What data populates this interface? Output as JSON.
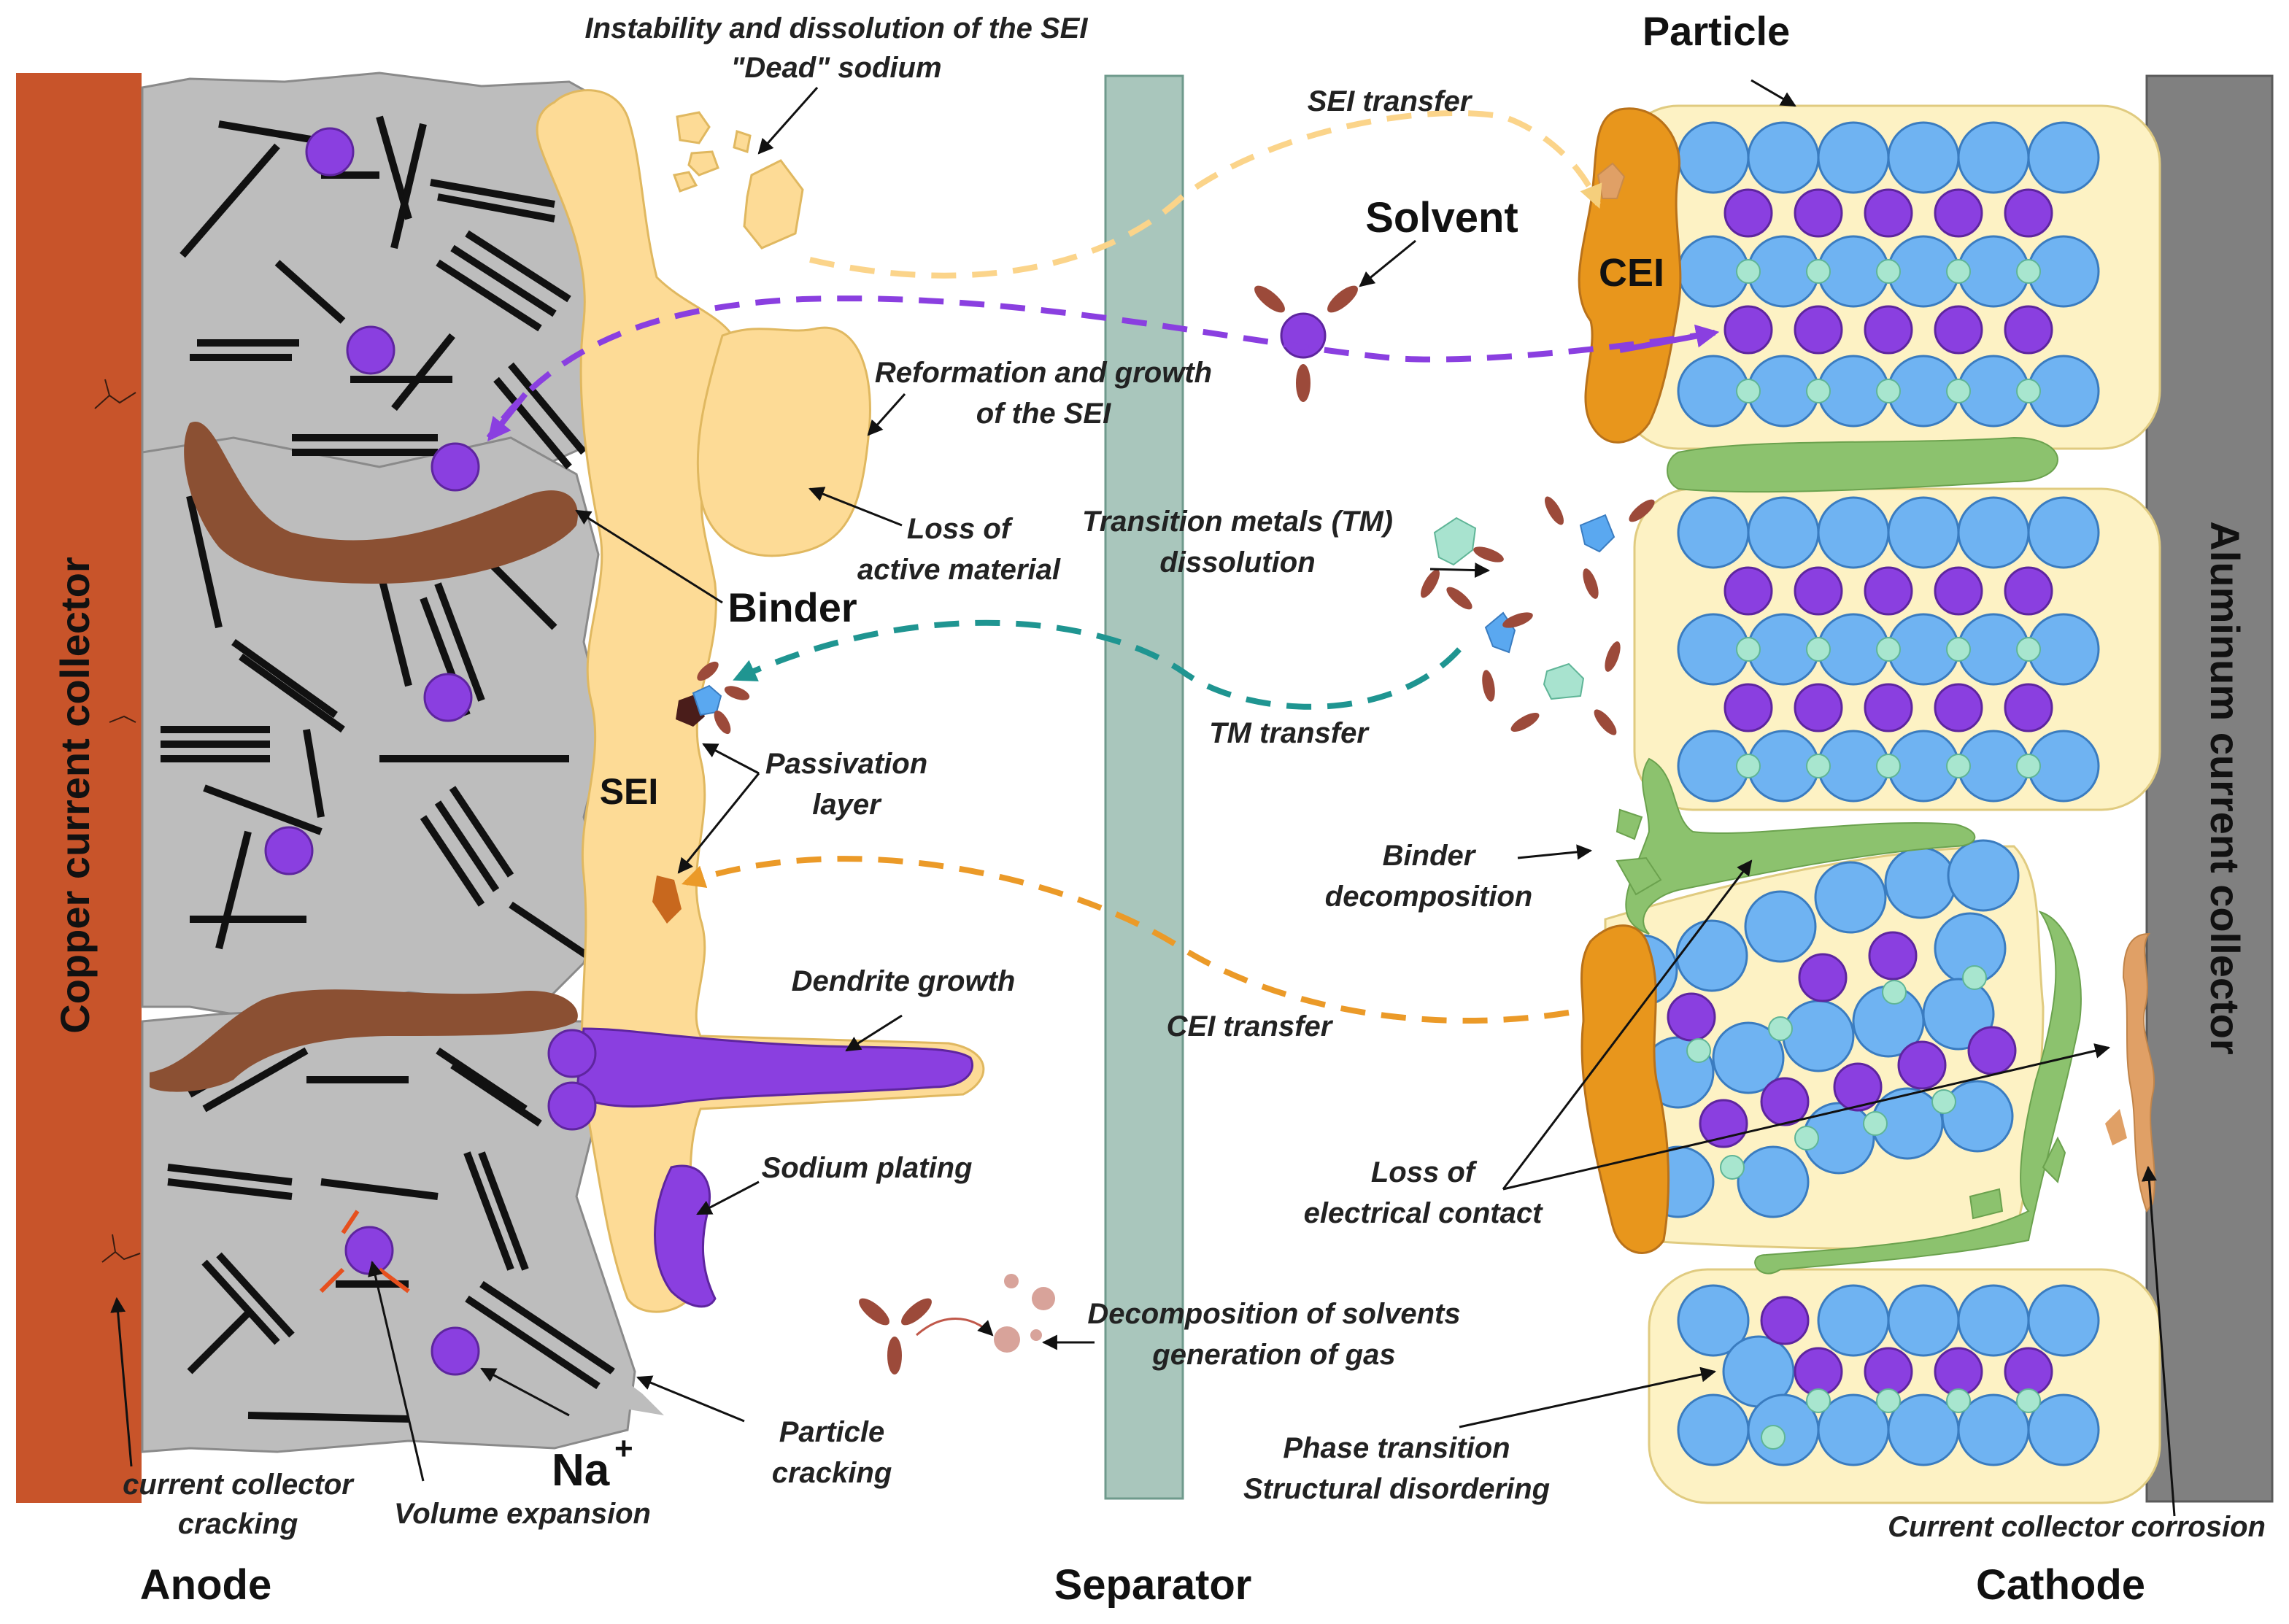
{
  "regions": {
    "anode": "Anode",
    "separator": "Separator",
    "cathode": "Cathode"
  },
  "collectors": {
    "copper": "Copper current collector",
    "aluminum": "Aluminum current collector"
  },
  "labels": {
    "particle": "Particle",
    "sei_instability_1": "Instability and dissolution of the SEI",
    "sei_instability_2": "\"Dead\" sodium",
    "sei_transfer": "SEI transfer",
    "solvent": "Solvent",
    "cei": "CEI",
    "reformation_1": "Reformation and growth",
    "reformation_2": "of the SEI",
    "loss_active_1": "Loss of",
    "loss_active_2": "active material",
    "tm_dissolution_1": "Transition metals (TM)",
    "tm_dissolution_2": "dissolution",
    "binder": "Binder",
    "tm_transfer": "TM transfer",
    "sei": "SEI",
    "passivation_1": "Passivation",
    "passivation_2": "layer",
    "binder_decomp_1": "Binder",
    "binder_decomp_2": "decomposition",
    "dendrite": "Dendrite growth",
    "cei_transfer": "CEI transfer",
    "loss_contact_1": "Loss of",
    "loss_contact_2": "electrical contact",
    "sodium_plating": "Sodium plating",
    "decomp_solvents_1": "Decomposition of solvents",
    "decomp_solvents_2": "generation of gas",
    "phase_1": "Phase transition",
    "phase_2": "Structural disordering",
    "cc_cracking_1": "current collector",
    "cc_cracking_2": "cracking",
    "volume_expansion": "Volume expansion",
    "na_ion": "Na",
    "na_charge": "+",
    "particle_cracking_1": "Particle",
    "particle_cracking_2": "cracking",
    "cc_corrosion": "Current collector corrosion"
  },
  "colors": {
    "copper": "#c8542a",
    "aluminum": "#808080",
    "separator": "#a9c6bc",
    "graphite": "#bdbdbd",
    "sei": "#fddb96",
    "binder_anode": "#8b5033",
    "sodium": "#8a3fe0",
    "cathode_particle": "#6fb3f2",
    "cathode_small": "#a8e6cf",
    "cathode_bg": "#fdf2c4",
    "binder_cathode": "#8cc26e",
    "cei": "#e8961c",
    "solvent": "#9c4a3a",
    "tm_blue": "#5aa8f0",
    "tm_green": "#a8e3cf",
    "corrosion": "#e0a066"
  }
}
